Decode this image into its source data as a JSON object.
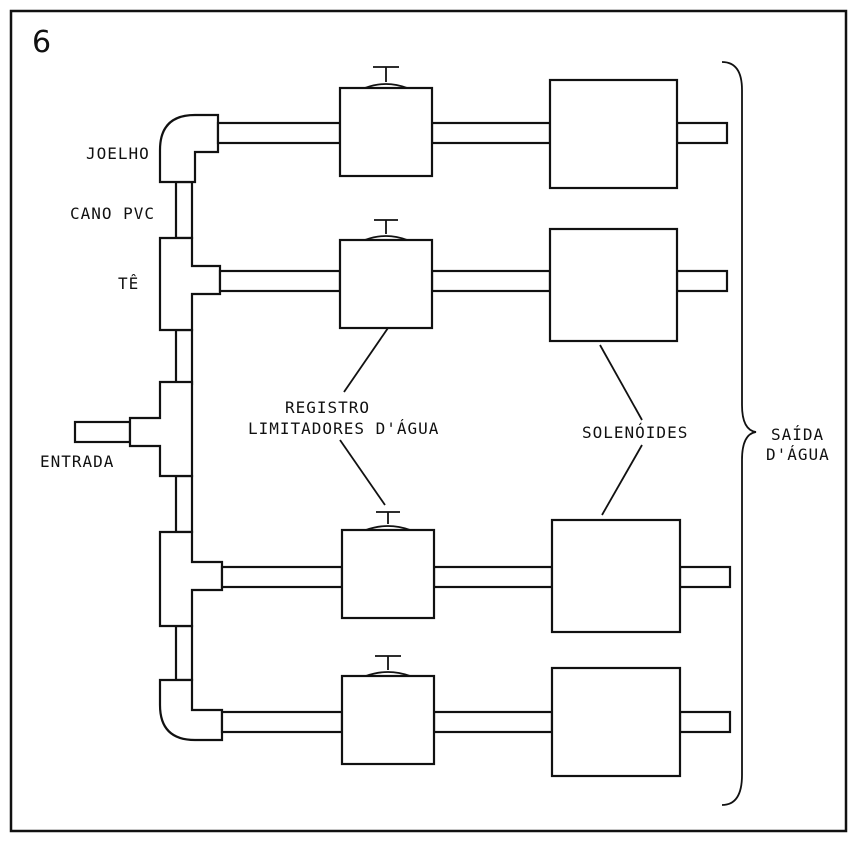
{
  "figure_number": "6",
  "labels": {
    "joelho": "JOELHO",
    "cano_pvc": "CANO PVC",
    "te": "TÊ",
    "entrada": "ENTRADA",
    "registro": "REGISTRO",
    "limitadores": "LIMITADORES D'ÁGUA",
    "solenoides": "SOLENÓIDES",
    "saida_line1": "SAÍDA",
    "saida_line2": "D'ÁGUA"
  }
}
